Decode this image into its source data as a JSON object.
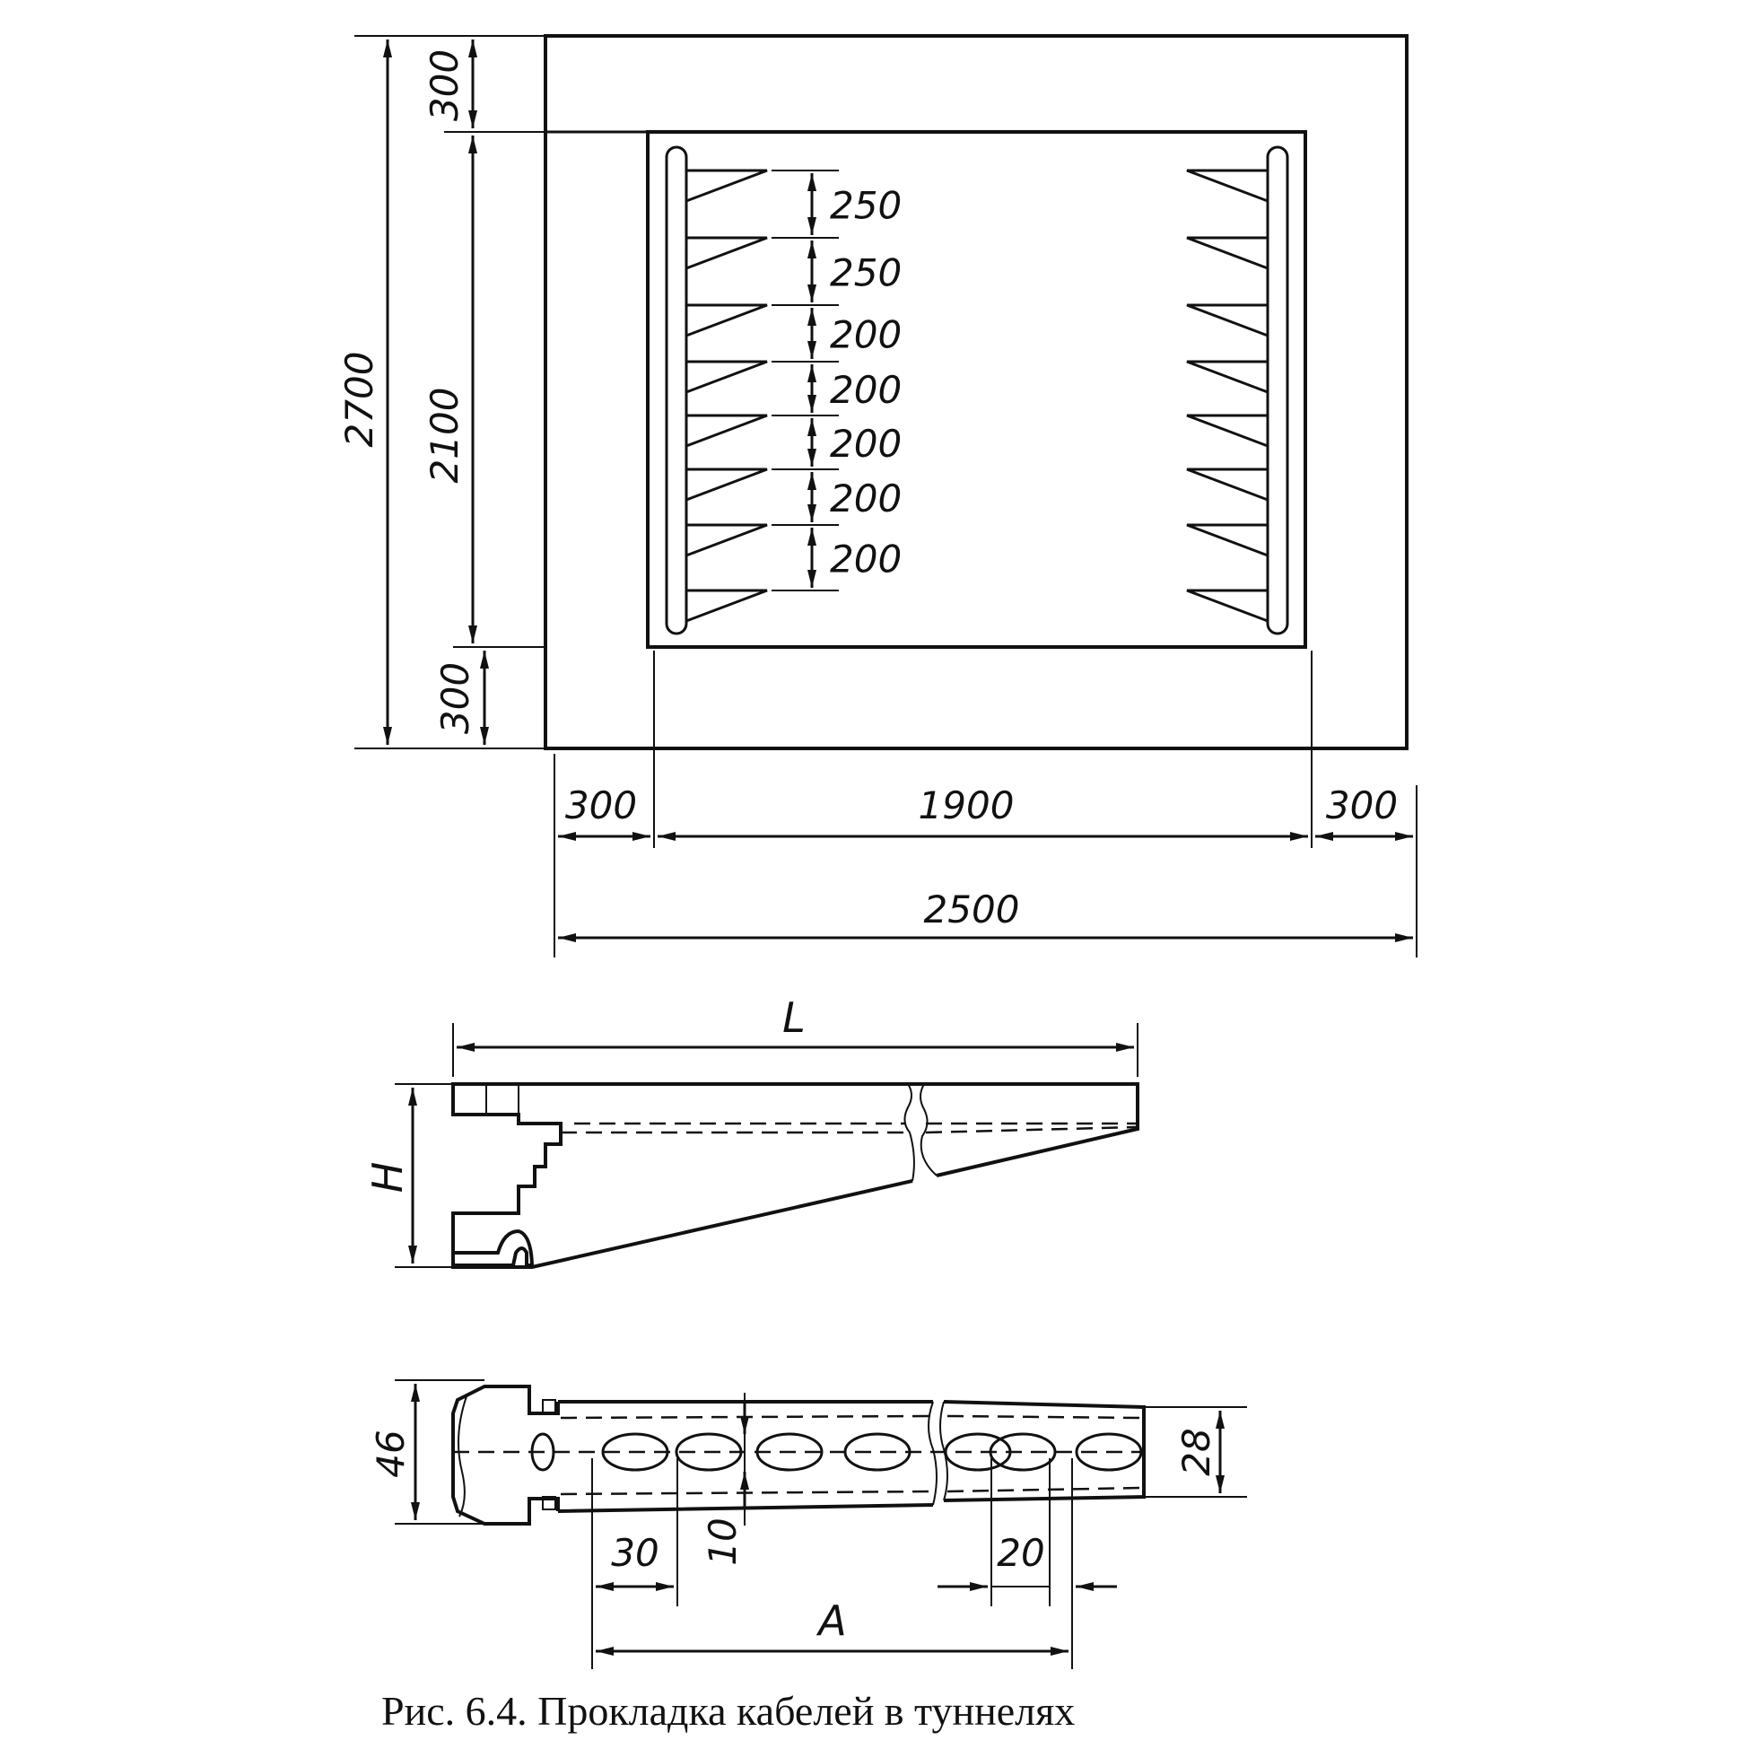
{
  "tunnel": {
    "total_height": "2700",
    "top_offset": "300",
    "inner_height": "2100",
    "bottom_offset": "300",
    "left_offset": "300",
    "inner_width": "1900",
    "right_offset": "300",
    "total_width": "2500",
    "shelf_spacings": [
      "250",
      "250",
      "200",
      "200",
      "200",
      "200",
      "200"
    ]
  },
  "bracket_side": {
    "length_label": "L",
    "height_label": "H"
  },
  "bracket_plan": {
    "width_label": "46",
    "end_width_label": "28",
    "hole_pitch_label": "30",
    "hole_height_label": "10",
    "hole_gap_label": "20",
    "span_label": "A"
  },
  "caption": "Рис. 6.4. Прокладка кабелей в туннелях"
}
